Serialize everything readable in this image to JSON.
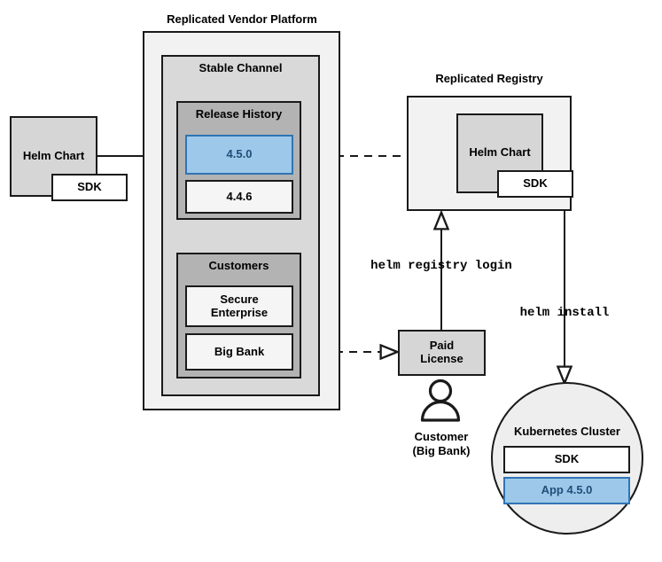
{
  "diagram": {
    "title_vendor_platform": "Replicated Vendor Platform",
    "title_registry": "Replicated Registry",
    "source_chart": {
      "label": "Helm Chart",
      "sdk_label": "SDK"
    },
    "vendor_platform": {
      "channel_label": "Stable Channel",
      "release_history": {
        "label": "Release History",
        "releases": [
          {
            "version": "4.5.0",
            "highlighted": true
          },
          {
            "version": "4.4.6",
            "highlighted": false
          }
        ]
      },
      "customers": {
        "label": "Customers",
        "entries": [
          {
            "name": "Secure\nEnterprise"
          },
          {
            "name": "Big Bank"
          }
        ]
      }
    },
    "registry": {
      "chart_label": "Helm Chart",
      "sdk_label": "SDK"
    },
    "license": {
      "label": "Paid\nLicense",
      "actor_label": "Customer\n(Big Bank)",
      "actor_icon": "person-icon"
    },
    "commands": {
      "registry_login": "helm registry login",
      "install": "helm install"
    },
    "cluster": {
      "title": "Kubernetes Cluster",
      "components": [
        {
          "label": "SDK",
          "highlighted": false
        },
        {
          "label": "App 4.5.0",
          "highlighted": true
        }
      ]
    },
    "colors": {
      "stroke": "#1a1a1a",
      "highlight_fill": "#9ec8e9",
      "highlight_stroke": "#2e75b6",
      "highlight_text": "#1f4e79",
      "platform_fill": "#f2f2f2",
      "channel_fill": "#d9d9d9",
      "group_fill": "#b3b3b3",
      "chart_fill": "#d6d6d6"
    }
  }
}
